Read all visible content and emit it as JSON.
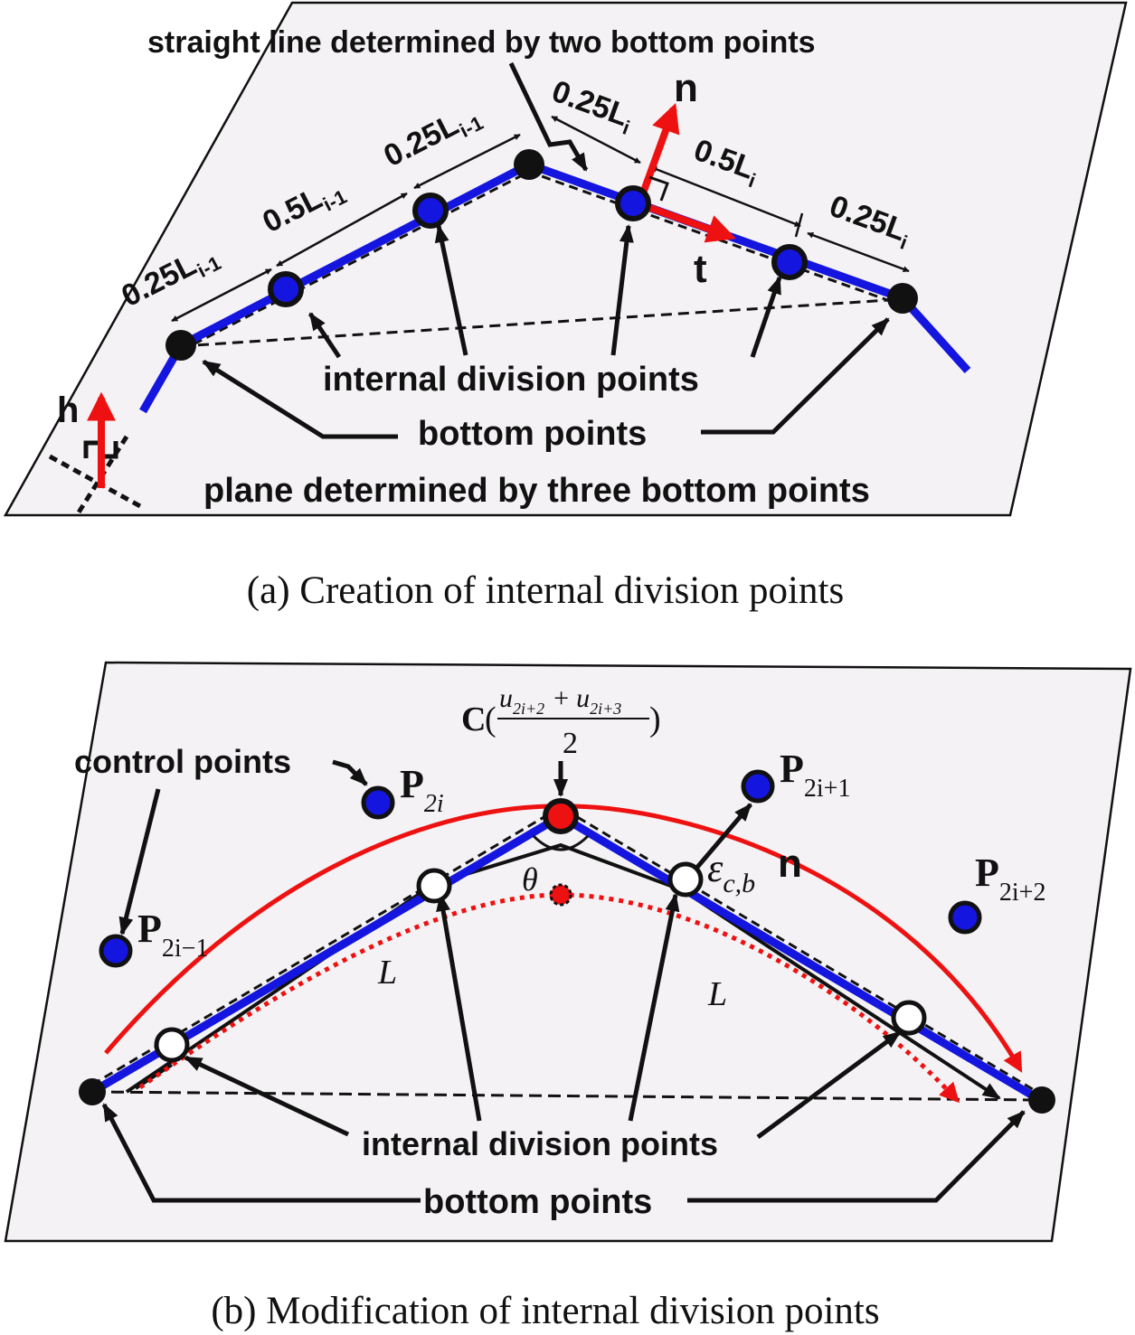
{
  "panel_a": {
    "caption": "(a) Creation of internal division points",
    "straight_line_label": "straight line determined by two bottom points",
    "plane_label": "plane determined by three bottom points",
    "internal_label": "internal division points",
    "bottom_label": "bottom points",
    "vec_n": "n",
    "vec_t": "t",
    "vec_h": "h",
    "seg_labels": [
      {
        "main": "0.25L",
        "sub": "i-1"
      },
      {
        "main": "0.5L",
        "sub": "i-1"
      },
      {
        "main": "0.25L",
        "sub": "i-1"
      },
      {
        "main": "0.25L",
        "sub": "i"
      },
      {
        "main": "0.5L",
        "sub": "i"
      },
      {
        "main": "0.25L",
        "sub": "i"
      }
    ]
  },
  "panel_b": {
    "caption": "(b) Modification of internal division points",
    "control_label": "control points",
    "internal_label": "internal division points",
    "bottom_label": "bottom points",
    "formula": {
      "C": "C",
      "open": "(",
      "u1": "u",
      "u1_sub": "2i+2",
      "plus": "+",
      "u2": "u",
      "u2_sub": "2i+3",
      "close": ")",
      "den": "2"
    },
    "points": [
      {
        "main": "P",
        "sub": "2i−1"
      },
      {
        "main": "P",
        "sub": "2i"
      },
      {
        "main": "P",
        "sub": "2i+1"
      },
      {
        "main": "P",
        "sub": "2i+2"
      }
    ],
    "theta": "θ",
    "L_left": "L",
    "L_right": "L",
    "eps": "ε",
    "eps_sub": "c,b",
    "vec_n": "n"
  },
  "colors": {
    "blue": "#1515e0",
    "red": "#ee1111",
    "plane_fill": "#f4f2f4"
  }
}
